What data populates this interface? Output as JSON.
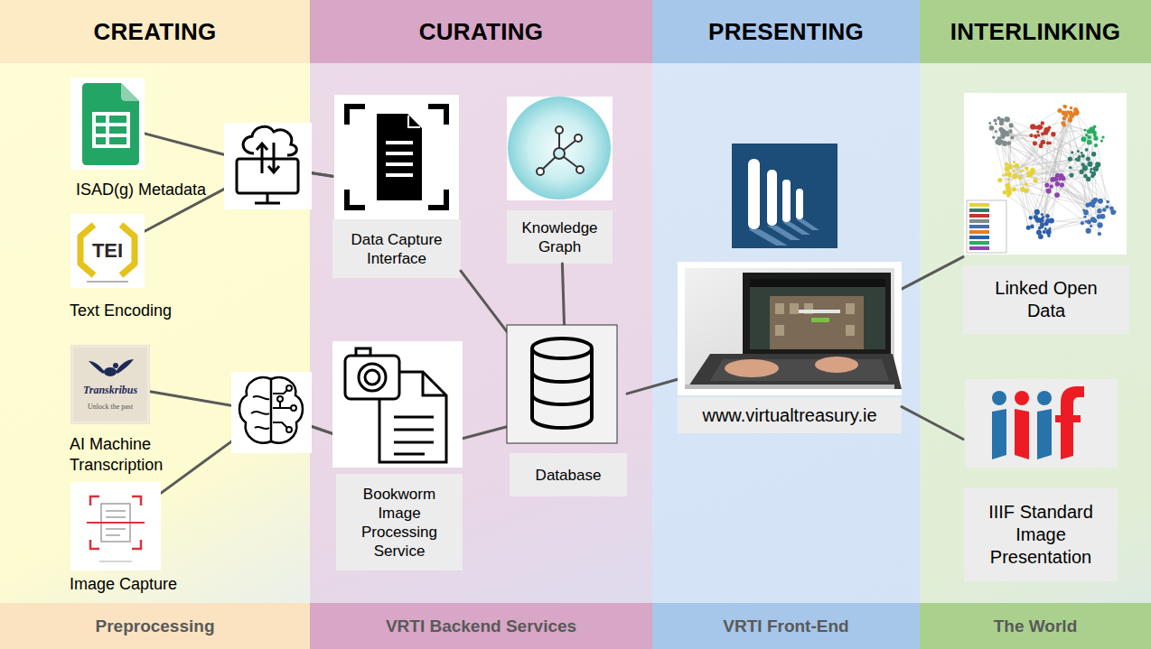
{
  "diagram": {
    "nodes": [
      {
        "text": [
          "CREATING",
          "Preprocessing"
        ]
      },
      {
        "text": [
          "ISAD(g) Metadata"
        ],
        "in": 0
      },
      {
        "text": [
          "Text Encoding"
        ],
        "in": 0
      },
      {
        "text": [
          "AI Machine Transcription"
        ],
        "in": 0
      },
      {
        "text": [
          "Image Capture"
        ],
        "in": 0
      },
      {
        "text": [
          "CURATING",
          "VRTI Backend Services"
        ]
      },
      {
        "text": [
          "Data Capture Interface"
        ],
        "in": 5
      },
      {
        "text": [
          "Knowledge Graph"
        ],
        "in": 5
      },
      {
        "text": [
          "Bookworm Image Processing Service"
        ],
        "in": 5
      },
      {
        "text": [
          "Database"
        ],
        "in": 5
      },
      {
        "text": [
          "PRESENTING",
          "VRTI Front-End"
        ]
      },
      {
        "text": [
          "www.virtualtreasury.ie"
        ],
        "in": 10
      },
      {
        "text": [
          "INTERLINKING",
          "The World"
        ]
      },
      {
        "text": [
          "Linked Open Data"
        ],
        "in": 12
      },
      {
        "text": [
          "IIIF Standard Image Presentation"
        ],
        "in": 12
      }
    ],
    "edges": [
      {
        "from": 1,
        "to": 6,
        "arrow": "none"
      },
      {
        "from": 2,
        "to": 6,
        "arrow": "none"
      },
      {
        "from": 3,
        "to": 8,
        "arrow": "none"
      },
      {
        "from": 4,
        "to": 8,
        "arrow": "none"
      },
      {
        "from": 6,
        "to": 9,
        "arrow": "none"
      },
      {
        "from": 7,
        "to": 9,
        "arrow": "none"
      },
      {
        "from": 8,
        "to": 9,
        "arrow": "none"
      },
      {
        "from": 9,
        "to": 11,
        "arrow": "none"
      },
      {
        "from": 11,
        "to": 13,
        "arrow": "none"
      },
      {
        "from": 11,
        "to": 14,
        "arrow": "none"
      }
    ],
    "labels": [
      "TEI",
      "Transkribus",
      "Unlock the past"
    ]
  }
}
